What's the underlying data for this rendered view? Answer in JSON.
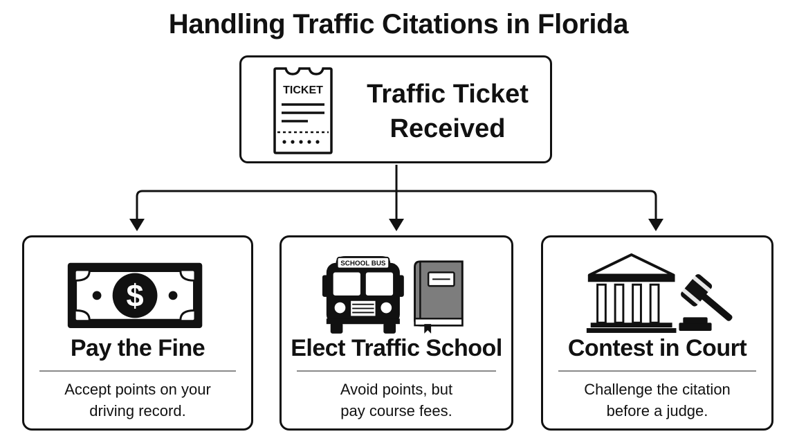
{
  "title": "Handling Traffic Citations in Florida",
  "root": {
    "title_line1": "Traffic Ticket",
    "title_line2": "Received",
    "ticket_icon_text": "TICKET"
  },
  "options": [
    {
      "title": "Pay the Fine",
      "desc_line1": "Accept points on your",
      "desc_line2": "driving record.",
      "icon": "dollar-bill-icon"
    },
    {
      "title": "Elect Traffic School",
      "desc_line1": "Avoid points, but",
      "desc_line2": "pay course fees.",
      "icon": "school-bus-icon",
      "bus_sign_text": "SCHOOL BUS"
    },
    {
      "title": "Contest in Court",
      "desc_line1": "Challenge the citation",
      "desc_line2": "before a judge.",
      "icon": "courthouse-icon"
    }
  ],
  "colors": {
    "ink": "#111111",
    "book": "#7d7d7d",
    "rule": "#8a8a8a",
    "background": "#ffffff"
  }
}
